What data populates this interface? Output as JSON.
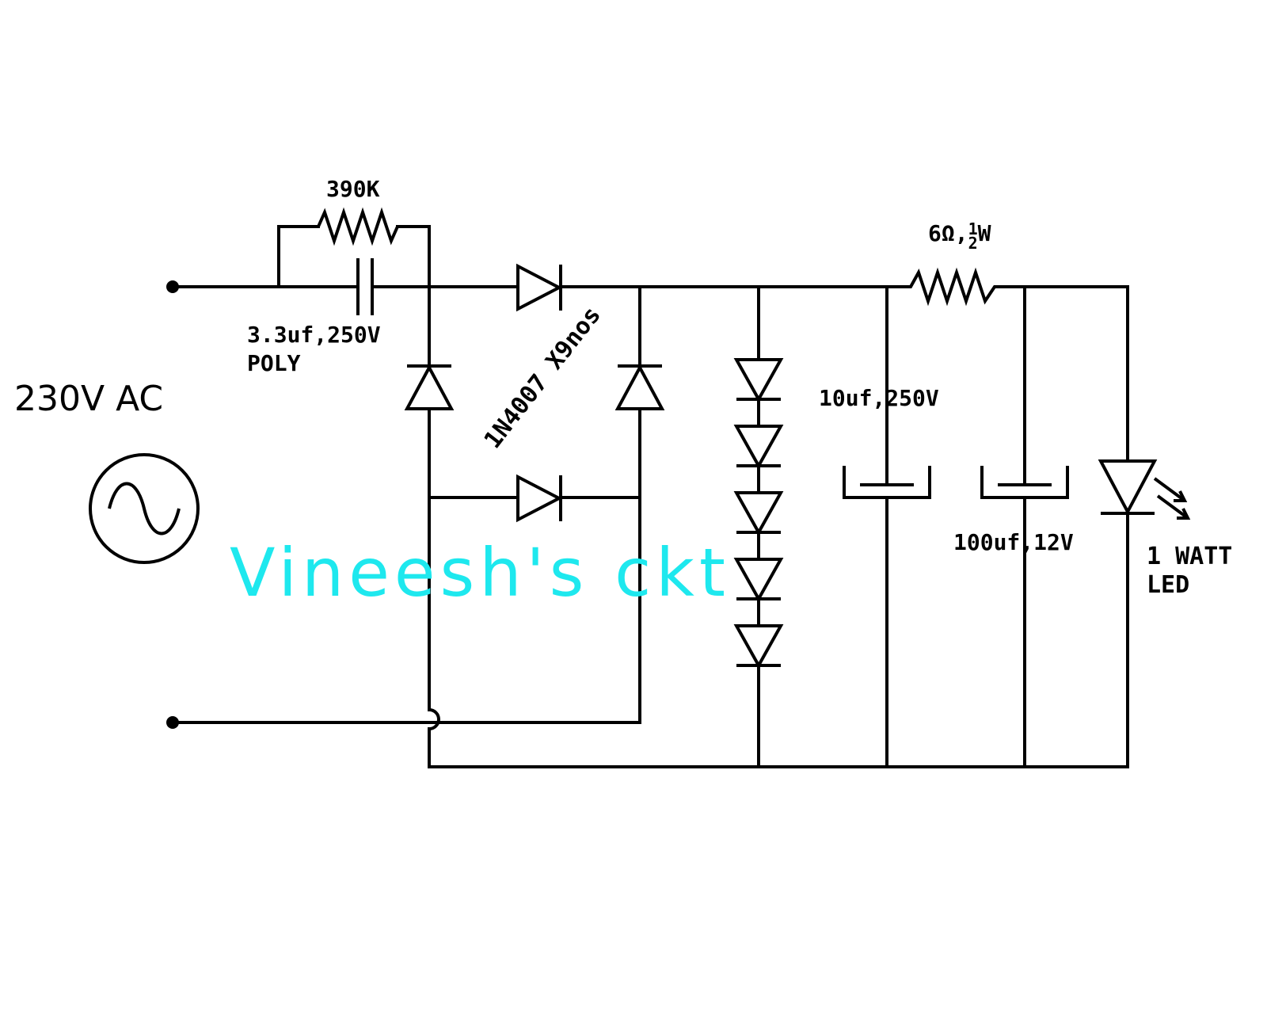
{
  "source": {
    "label": "230V AC"
  },
  "components": {
    "r_bleed": "390K",
    "c_series": "3.3uf,250V",
    "c_series_type": "POLY",
    "diodes": "1N4007 X9nos",
    "c_filter1": "10uf,250V",
    "r_series_main": "6Ω,",
    "r_series_num": "1",
    "r_series_den": "2",
    "r_series_unit": "W",
    "c_filter2": "100uf,12V",
    "led_line1": "1 WATT",
    "led_line2": "LED"
  },
  "watermark": "Vineesh's ckt",
  "colors": {
    "watermark": "#1ee8ee",
    "ink": "#000000"
  }
}
